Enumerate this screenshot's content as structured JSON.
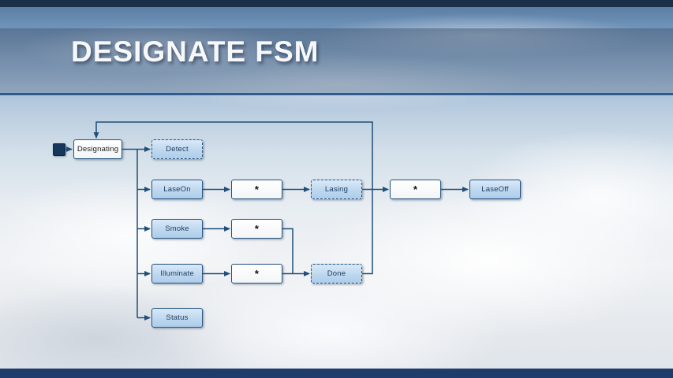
{
  "slide": {
    "title": "DESIGNATE FSM"
  },
  "diagram": {
    "nodes": {
      "designating": {
        "label": "Designating",
        "style": "white-solid"
      },
      "detect": {
        "label": "Detect",
        "style": "blue-dashed"
      },
      "lase_on": {
        "label": "LaseOn",
        "style": "blue-solid"
      },
      "smoke": {
        "label": "Smoke",
        "style": "blue-solid"
      },
      "illuminate": {
        "label": "Illuminate",
        "style": "blue-solid"
      },
      "status": {
        "label": "Status",
        "style": "blue-solid"
      },
      "star_lase_on": {
        "label": "*",
        "style": "white-solid"
      },
      "lasing": {
        "label": "Lasing",
        "style": "blue-dashed"
      },
      "star_lasing": {
        "label": "*",
        "style": "white-solid"
      },
      "lase_off": {
        "label": "LaseOff",
        "style": "blue-solid"
      },
      "star_smoke": {
        "label": "*",
        "style": "white-solid"
      },
      "star_illuminate": {
        "label": "*",
        "style": "white-solid"
      },
      "done": {
        "label": "Done",
        "style": "blue-dashed"
      }
    },
    "edges": [
      {
        "from": "initial",
        "to": "designating"
      },
      {
        "from": "designating",
        "to": "detect"
      },
      {
        "from": "designating",
        "to": "lase_on"
      },
      {
        "from": "designating",
        "to": "smoke"
      },
      {
        "from": "designating",
        "to": "illuminate"
      },
      {
        "from": "designating",
        "to": "status"
      },
      {
        "from": "lase_on",
        "to": "star_lase_on"
      },
      {
        "from": "star_lase_on",
        "to": "lasing"
      },
      {
        "from": "lasing",
        "to": "star_lasing"
      },
      {
        "from": "star_lasing",
        "to": "lase_off"
      },
      {
        "from": "smoke",
        "to": "star_smoke"
      },
      {
        "from": "star_smoke",
        "to": "done"
      },
      {
        "from": "illuminate",
        "to": "star_illuminate"
      },
      {
        "from": "star_illuminate",
        "to": "done"
      },
      {
        "from": "done",
        "to": "designating"
      }
    ],
    "colors": {
      "box_border": "#255581",
      "box_fill_blue": "#bdd7ee",
      "box_fill_white": "#ffffff",
      "connector": "#1f4e79",
      "initial_marker": "#16365c",
      "accent_bar_bottom": "#1f3c6a",
      "accent_bar_top": "#1b3048",
      "title_text": "#f7f8fa",
      "title_band_rule": "#2e5c8e"
    }
  }
}
